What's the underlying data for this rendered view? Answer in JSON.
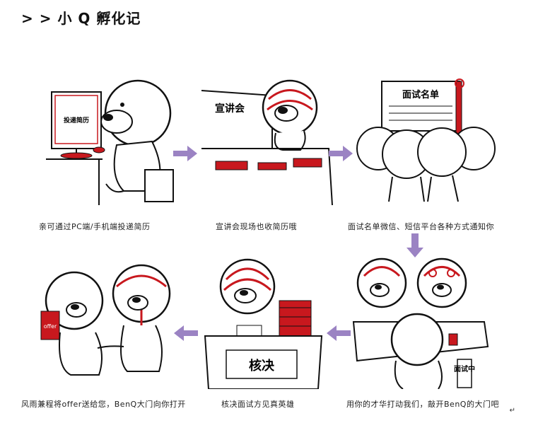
{
  "header": {
    "title": "> > 小 Q 孵化记"
  },
  "steps": [
    {
      "caption": "亲可通过PC端/手机端投递简历",
      "sign": "投递简历"
    },
    {
      "caption": "宣讲会现场也收简历哦",
      "sign": "宣讲会"
    },
    {
      "caption": "面试名单微信、短信平台各种方式通知你",
      "sign": "面试名单"
    },
    {
      "caption": "用你的才华打动我们，敲开BenQ的大门吧",
      "sign": "面试中"
    },
    {
      "caption": "核决面试方见真英雄",
      "sign": "核决"
    },
    {
      "caption": "风雨兼程将offer送给您，BenQ大门向你打开",
      "sign": "offer"
    }
  ],
  "colors": {
    "accent_red": "#c8181e",
    "arrow_purple": "#9b83c3"
  },
  "footer": {
    "return_mark": "↵"
  }
}
